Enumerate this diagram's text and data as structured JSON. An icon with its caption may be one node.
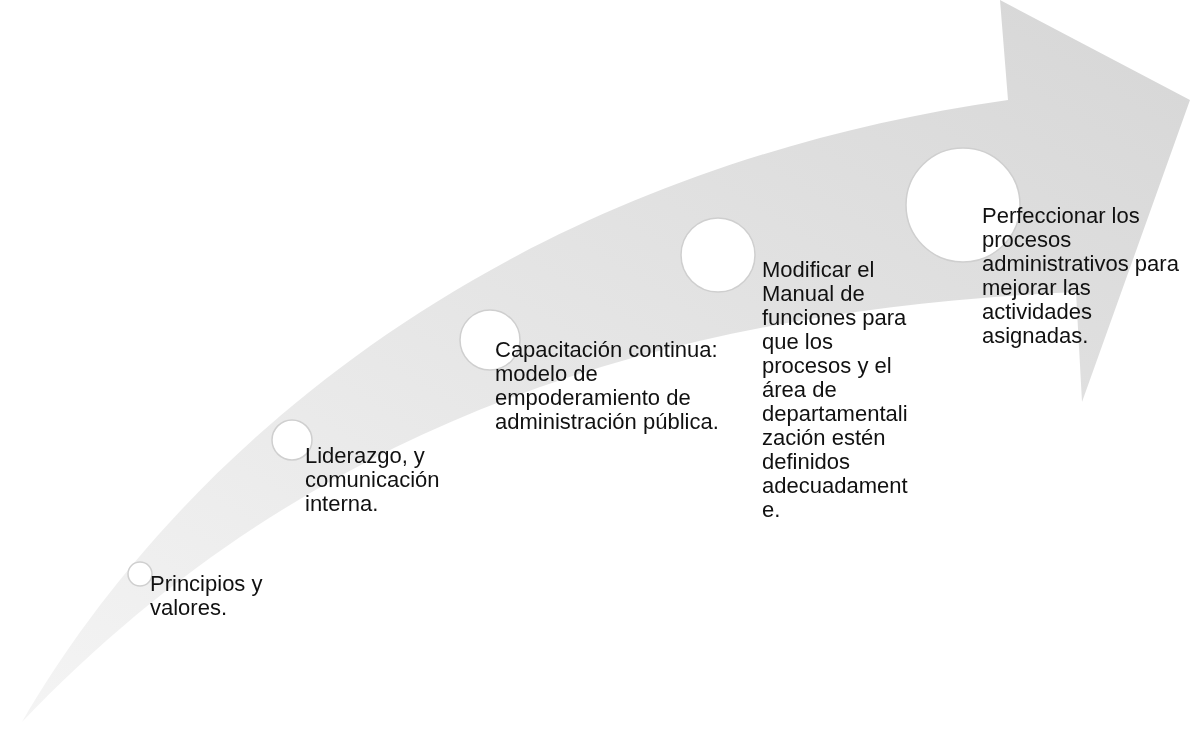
{
  "diagram": {
    "nodes": [
      {
        "text": [],
        "shape": "circle",
        "beside": [
          "Principios y valores."
        ]
      },
      {
        "text": [],
        "shape": "circle",
        "beside": [
          "Liderazgo, y comunicación interna."
        ]
      },
      {
        "text": [],
        "shape": "circle",
        "beside": [
          "Capacitación continua: modelo de empoderamiento de administración pública."
        ]
      },
      {
        "text": [],
        "shape": "circle",
        "beside": [
          "Modificar el Manual de funciones para que los procesos y el área de departamentalización estén definidos adecuadamente."
        ]
      },
      {
        "text": [],
        "shape": "circle",
        "beside": [
          "Perfeccionar los procesos administrativos para mejorar las actividades asignadas."
        ]
      }
    ]
  }
}
